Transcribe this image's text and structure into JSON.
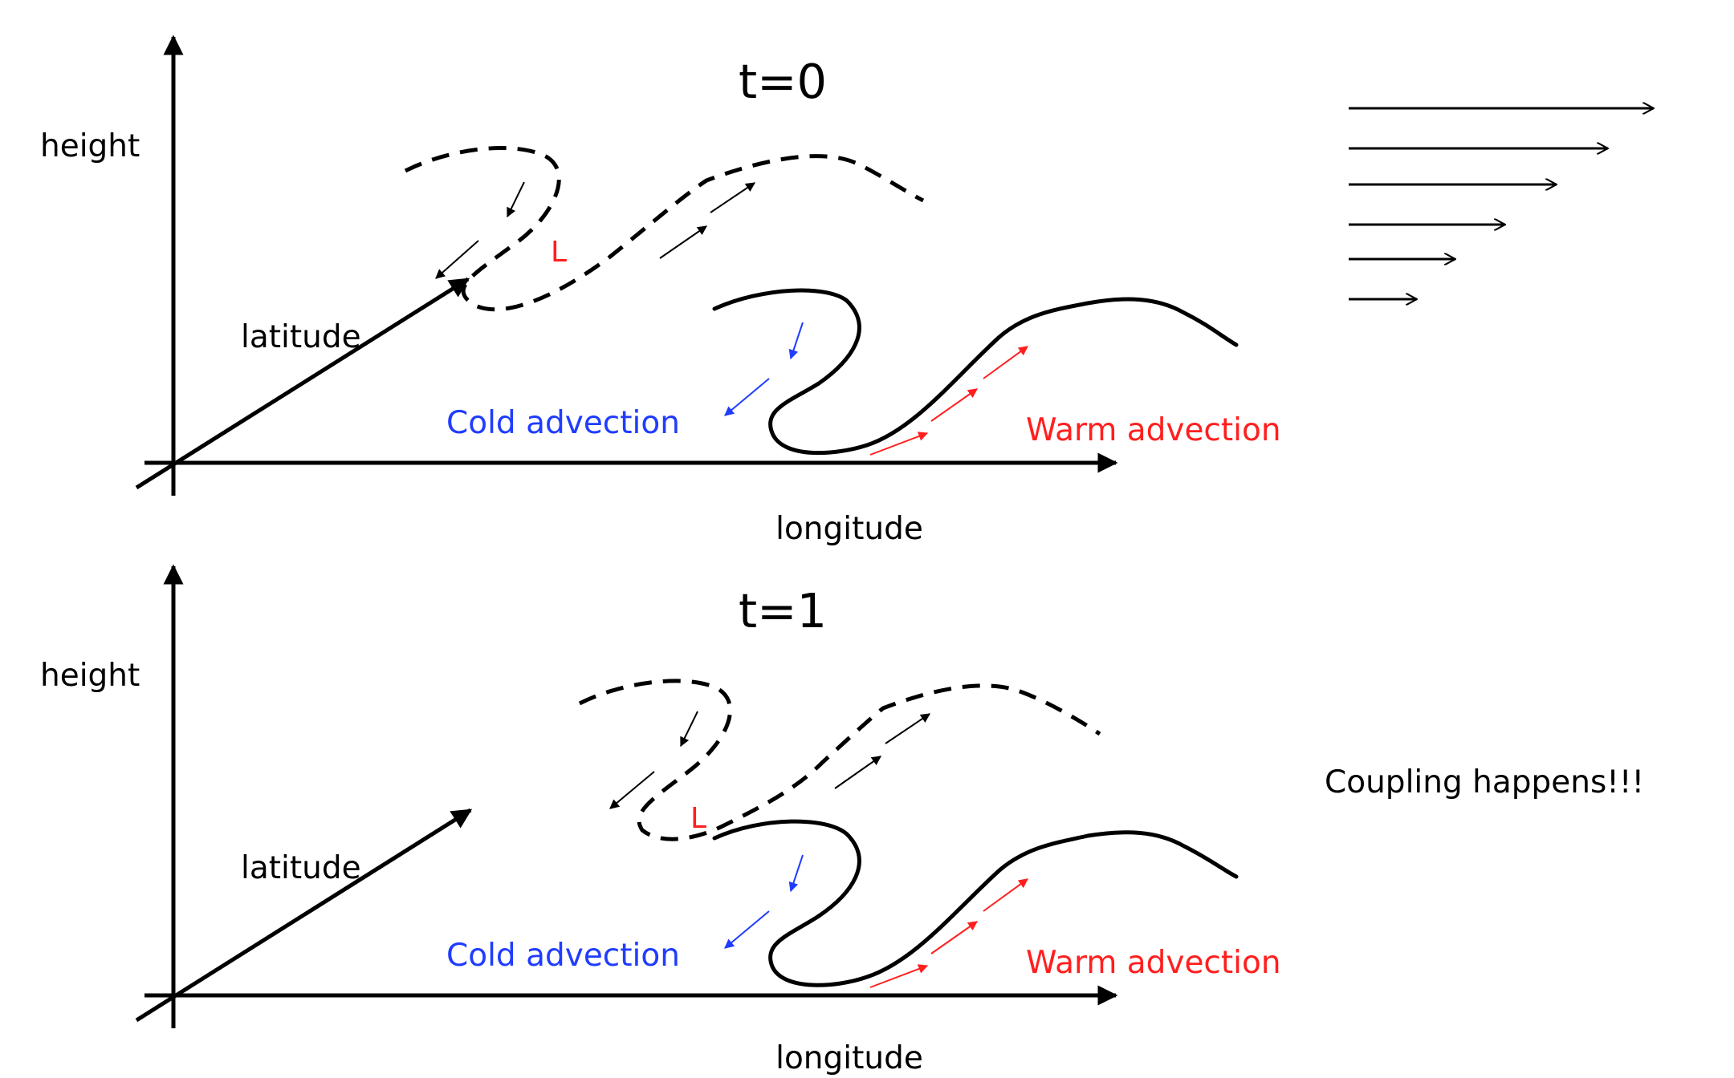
{
  "colors": {
    "cold": "#1f3cff",
    "warm": "#ff1f1f",
    "ink": "#000000"
  },
  "panels": [
    {
      "title": "t=0",
      "height_label": "height",
      "latitude_label": "latitude",
      "longitude_label": "longitude",
      "low_label": "L",
      "cold_label": "Cold advection",
      "warm_label": "Warm advection"
    },
    {
      "title": "t=1",
      "height_label": "height",
      "latitude_label": "latitude",
      "longitude_label": "longitude",
      "low_label": "L",
      "cold_label": "Cold advection",
      "warm_label": "Warm advection"
    }
  ],
  "note": "Coupling happens!!!"
}
